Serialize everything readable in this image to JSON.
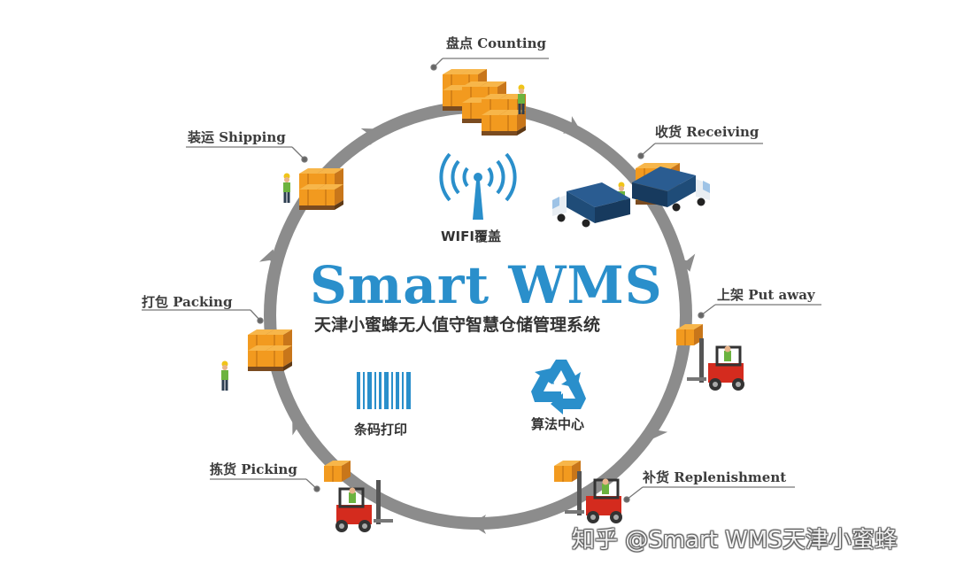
{
  "title": "Smart WMS",
  "subtitle": "天津小蜜蜂无人值守智慧仓储管理系统",
  "stages": {
    "counting": "盘点 Counting",
    "receiving": "收货 Receiving",
    "put_away": "上架 Put away",
    "replenishment": "补货 Replenishment",
    "picking": "拣货 Picking",
    "packing": "打包 Packing",
    "shipping": "装运 Shipping"
  },
  "features": {
    "wifi": "WIFI覆盖",
    "barcode": "条码打印",
    "algorithm": "算法中心"
  },
  "watermark": "知乎 @Smart WMS天津小蜜蜂",
  "colors": {
    "ring": "#8c8c8c",
    "accent_blue": "#2a8fcb",
    "box_orange": "#f29a1f",
    "forklift_red": "#d42b1e",
    "truck_blue": "#1f4c78"
  },
  "icons": [
    "wifi-tower-icon",
    "barcode-icon",
    "recycle-icon",
    "truck-icon",
    "forklift-icon",
    "worker-icon",
    "pallet-boxes-icon"
  ]
}
